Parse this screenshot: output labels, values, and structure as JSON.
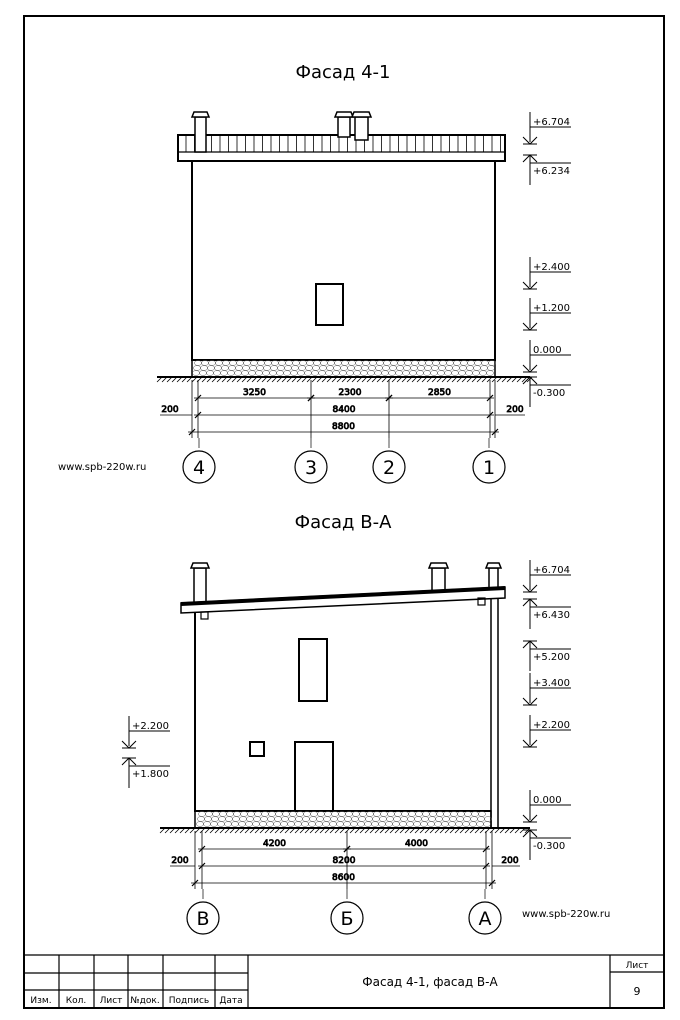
{
  "sheet": {
    "title_block": {
      "headers": [
        "Изм.",
        "Кол.",
        "Лист",
        "№док.",
        "Подпись",
        "Дата"
      ],
      "drawing_name": "Фасад 4-1, фасад В-А",
      "sheet_label": "Лист",
      "sheet_number": "9"
    }
  },
  "facade1": {
    "title": "Фасад 4-1",
    "website": "www.spb-220w.ru",
    "levels": [
      "+6.704",
      "+6.234",
      "+2.400",
      "+1.200",
      "0.000",
      "-0.300"
    ],
    "dims_row1": [
      "3250",
      "2300",
      "2850"
    ],
    "dims_row2": {
      "left": "200",
      "total": "8400",
      "right": "200"
    },
    "dims_row3": "8800",
    "axes": [
      "4",
      "3",
      "2",
      "1"
    ]
  },
  "facade2": {
    "title": "Фасад В-А",
    "website": "www.spb-220w.ru",
    "levels_right": [
      "+6.704",
      "+6.430",
      "+5.200",
      "+3.400",
      "+2.200",
      "0.000",
      "-0.300"
    ],
    "levels_left": [
      "+2.200",
      "+1.800"
    ],
    "dims_row1": [
      "4200",
      "4000"
    ],
    "dims_row2": {
      "left": "200",
      "total": "8200",
      "right": "200"
    },
    "dims_row3": "8600",
    "axes": [
      "В",
      "Б",
      "А"
    ]
  }
}
